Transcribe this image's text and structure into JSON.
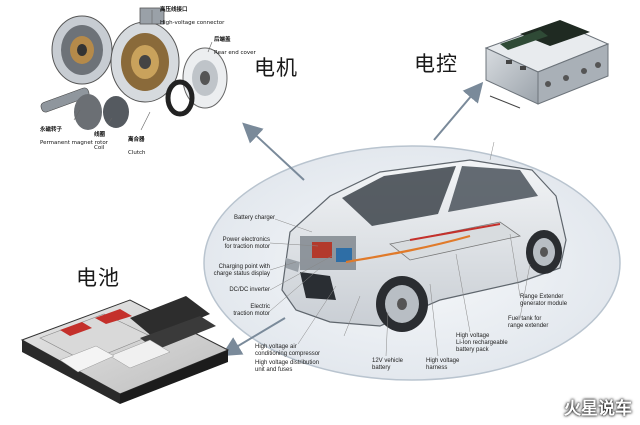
{
  "labels": {
    "motor": "电机",
    "controller": "电控",
    "battery": "电池"
  },
  "watermark": "火星说车",
  "motor_parts": [
    {
      "title": "高压线接口",
      "sub": "High-voltage connector"
    },
    {
      "title": "后端盖",
      "sub": "Rear end cover"
    },
    {
      "title": "永磁转子",
      "sub": "Permanent magnet rotor"
    },
    {
      "title": "线圈",
      "sub": "Coil"
    },
    {
      "title": "离合器",
      "sub": "Clutch"
    }
  ],
  "callouts_left": [
    "Battery charger",
    "Power electronics\nfor traction motor",
    "Charging point with\ncharge status display",
    "DC/DC inverter",
    "Electric\ntraction motor"
  ],
  "callouts_bottom": [
    "High voltage air\nconditioning compressor",
    "High voltage distribution\nunit and fuses",
    "12V vehicle\nbattery",
    "High voltage\nharness",
    "High voltage\nLi-Ion rechargeable\nbattery pack"
  ],
  "callouts_right": [
    "Range Extender\ngenerator module",
    "Fuel tank for\nrange extender"
  ],
  "colors": {
    "arrow": "#7a8a9a",
    "ellipse": "#b9c4cf",
    "car_body": "#e6e9ec",
    "battery_dark": "#2a2a2a"
  }
}
